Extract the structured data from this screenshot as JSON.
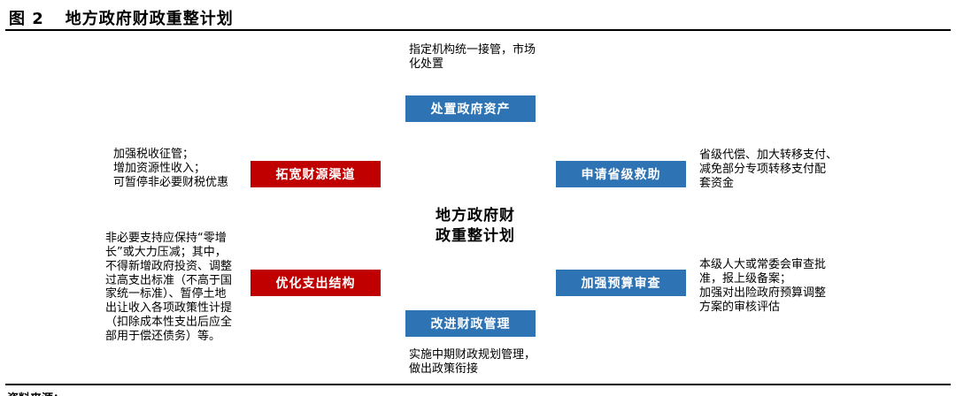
{
  "figure": {
    "number": "图 2",
    "title": "地方政府财政重整计划",
    "source": "资料来源："
  },
  "diagram": {
    "center_label": "地方政府财\n政重整计划",
    "colors": {
      "node_blue": "#2E74B5",
      "node_red": "#C00000",
      "divider": "#000000"
    },
    "nodes": {
      "dispose_assets": {
        "label": "处置政府资产",
        "annotation": "指定机构统一接管，市场\n化处置"
      },
      "broaden_revenue": {
        "label": "拓宽财源渠道",
        "annotation": "加强税收征管；\n增加资源性收入；\n可暂停非必要财税优惠"
      },
      "provincial_aid": {
        "label": "申请省级救助",
        "annotation": "省级代偿、加大转移支付、\n减免部分专项转移支付配\n套资金"
      },
      "optimize_expenditure": {
        "label": "优化支出结构",
        "annotation": "非必要支持应保持“零增\n长”或大力压减；其中，\n不得新增政府投资、调整\n过高支出标准（不高于国\n家统一标准）、暂停土地\n出让收入各项政策性计提\n（扣除成本性支出后应全\n部用于偿还债务）等。"
      },
      "budget_review": {
        "label": "加强预算审查",
        "annotation": "本级人大或常委会审查批\n准，报上级备案；\n加强对出险政府预算调整\n方案的审核评估"
      },
      "improve_management": {
        "label": "改进财政管理",
        "annotation": "实施中期财政规划管理，\n做出政策衔接"
      }
    }
  }
}
